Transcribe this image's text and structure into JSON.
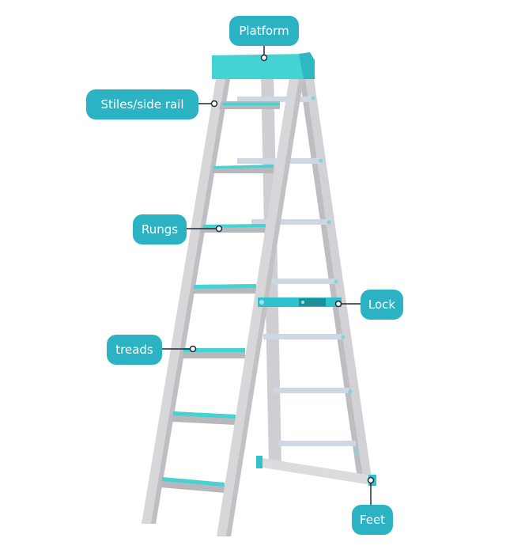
{
  "colors": {
    "accent": "#2bb3c3",
    "tread": "#44d3d3",
    "stile": "#d7d7d9",
    "stile_shade": "#bcbcc0",
    "rung": "#cfd7e3"
  },
  "labels": {
    "platform": "Platform",
    "stiles": "Stiles/side rail",
    "rungs": "Rungs",
    "lock": "Lock",
    "treads": "treads",
    "feet": "Feet"
  }
}
